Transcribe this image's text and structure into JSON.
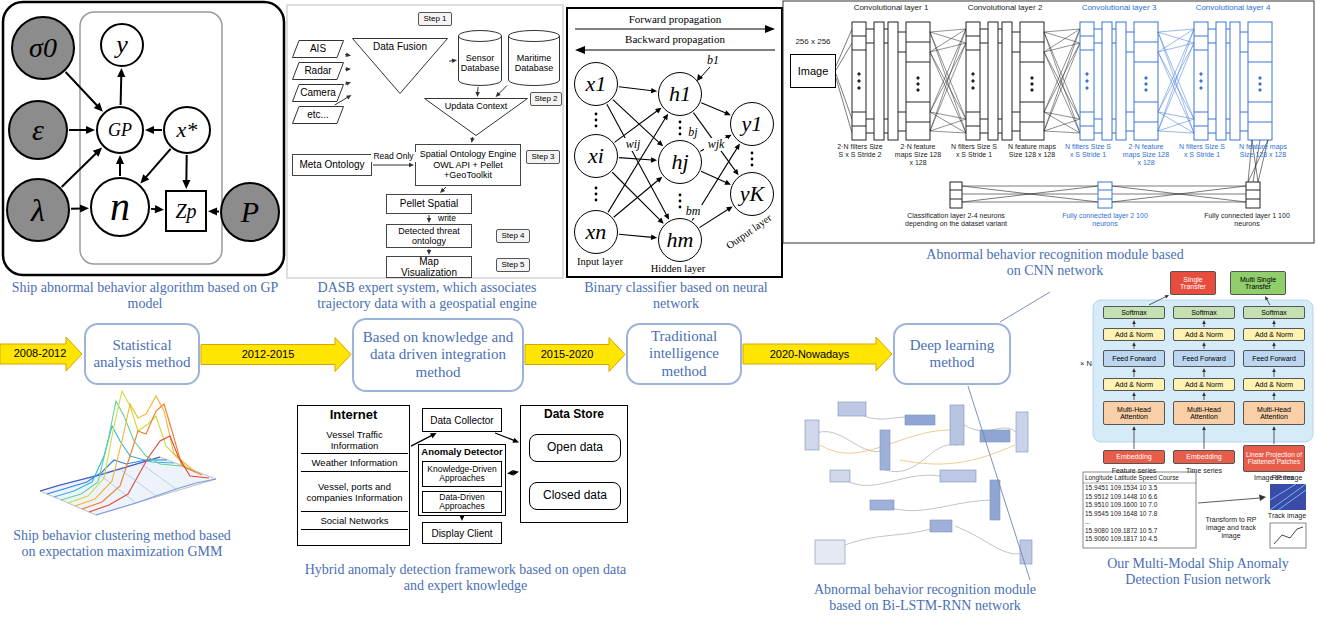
{
  "diagram": {
    "nodes": [
      {
        "text": [
          "Statistical analysis method"
        ]
      },
      {
        "text": [
          "Based on knowledge and data driven integration method"
        ]
      },
      {
        "text": [
          "Traditional intelligence method"
        ]
      },
      {
        "text": [
          "Deep learning method"
        ]
      },
      {
        "text": [
          "σ0"
        ]
      },
      {
        "text": [
          "y"
        ]
      },
      {
        "text": [
          "ε"
        ]
      },
      {
        "text": [
          "GP"
        ]
      },
      {
        "text": [
          "x*"
        ]
      },
      {
        "text": [
          "λ"
        ]
      },
      {
        "text": [
          "n"
        ]
      },
      {
        "text": [
          "Zp"
        ]
      },
      {
        "text": [
          "P"
        ]
      },
      {
        "text": [
          "AIS"
        ]
      },
      {
        "text": [
          "Radar"
        ]
      },
      {
        "text": [
          "Camera"
        ]
      },
      {
        "text": [
          "etc..."
        ]
      },
      {
        "text": [
          "Data Fusion"
        ]
      },
      {
        "text": [
          "Step 1"
        ]
      },
      {
        "text": [
          "Sensor Database"
        ]
      },
      {
        "text": [
          "Maritime Database"
        ]
      },
      {
        "text": [
          "Updata Context"
        ]
      },
      {
        "text": [
          "Step 2"
        ]
      },
      {
        "text": [
          "Meta Ontology"
        ]
      },
      {
        "text": [
          "Spatial Ontology Engine OWL API + Pellet +GeoToolkit"
        ]
      },
      {
        "text": [
          "Step 3"
        ]
      },
      {
        "text": [
          "Pellet Spatial"
        ]
      },
      {
        "text": [
          "Detected threat ontology"
        ]
      },
      {
        "text": [
          "Step 4"
        ]
      },
      {
        "text": [
          "Map Visualization"
        ]
      },
      {
        "text": [
          "Step 5"
        ]
      },
      {
        "text": [
          "x1"
        ]
      },
      {
        "text": [
          "xi"
        ]
      },
      {
        "text": [
          "xn"
        ]
      },
      {
        "text": [
          "h1"
        ]
      },
      {
        "text": [
          "hj"
        ]
      },
      {
        "text": [
          "hm"
        ]
      },
      {
        "text": [
          "y1"
        ]
      },
      {
        "text": [
          "yK"
        ]
      },
      {
        "text": [
          "Image"
        ]
      },
      {
        "text": [
          "Internet"
        ]
      },
      {
        "text": [
          "Vessel Traffic Information"
        ],
        "in": 40
      },
      {
        "text": [
          "Weather Information"
        ],
        "in": 40
      },
      {
        "text": [
          "Vessel, ports and companies Information"
        ],
        "in": 40
      },
      {
        "text": [
          "Social Networks"
        ],
        "in": 40
      },
      {
        "text": [
          "Data Collector"
        ]
      },
      {
        "text": [
          "Anomaly Detector"
        ]
      },
      {
        "text": [
          "Knowledge-Driven Approaches"
        ],
        "in": 46
      },
      {
        "text": [
          "Data-Driven Approaches"
        ],
        "in": 46
      },
      {
        "text": [
          "Data Store"
        ]
      },
      {
        "text": [
          "Open data"
        ],
        "in": 49
      },
      {
        "text": [
          "Closed data"
        ],
        "in": 49
      },
      {
        "text": [
          "Display Client"
        ]
      },
      {
        "text": [
          "Single Transfer"
        ]
      },
      {
        "text": [
          "Multi Single Transfer"
        ]
      },
      {
        "text": [
          "Softmax"
        ]
      },
      {
        "text": [
          "Softmax"
        ]
      },
      {
        "text": [
          "Softmax"
        ]
      },
      {
        "text": [
          "Add & Norm"
        ]
      },
      {
        "text": [
          "Feed Forward"
        ]
      },
      {
        "text": [
          "Add & Norm"
        ]
      },
      {
        "text": [
          "Multi-Head Attention"
        ]
      },
      {
        "text": [
          "Add & Norm"
        ]
      },
      {
        "text": [
          "Feed Forward"
        ]
      },
      {
        "text": [
          "Add & Norm"
        ]
      },
      {
        "text": [
          "Multi-Head Attention"
        ]
      },
      {
        "text": [
          "Add & Norm"
        ]
      },
      {
        "text": [
          "Feed Forward"
        ]
      },
      {
        "text": [
          "Add & Norm"
        ]
      },
      {
        "text": [
          "Multi-Head Attention"
        ]
      },
      {
        "text": [
          "Embedding"
        ]
      },
      {
        "text": [
          "Embedding"
        ]
      },
      {
        "text": [
          "Linear Projection of Flattened Patches"
        ]
      }
    ],
    "edges": [
      {
        "from": 0,
        "to": 1,
        "arrow": "to",
        "label": "2012-2015"
      },
      {
        "from": 1,
        "to": 2,
        "arrow": "to",
        "label": "2015-2020"
      },
      {
        "from": 2,
        "to": 3,
        "arrow": "to",
        "label": "2020-Nowadays"
      },
      {
        "from": 4,
        "to": 7,
        "arrow": "to"
      },
      {
        "from": 6,
        "to": 7,
        "arrow": "to"
      },
      {
        "from": 9,
        "to": 7,
        "arrow": "to"
      },
      {
        "from": 9,
        "to": 10,
        "arrow": "to"
      },
      {
        "from": 10,
        "to": 7,
        "arrow": "to"
      },
      {
        "from": 8,
        "to": 7,
        "arrow": "to"
      },
      {
        "from": 8,
        "to": 10,
        "arrow": "to"
      },
      {
        "from": 8,
        "to": 11,
        "arrow": "to"
      },
      {
        "from": 10,
        "to": 11,
        "arrow": "to"
      },
      {
        "from": 12,
        "to": 11,
        "arrow": "to"
      },
      {
        "from": 7,
        "to": 5,
        "arrow": "to"
      },
      {
        "from": 13,
        "to": 17,
        "arrow": "to"
      },
      {
        "from": 14,
        "to": 17,
        "arrow": "to"
      },
      {
        "from": 15,
        "to": 17,
        "arrow": "to"
      },
      {
        "from": 16,
        "to": 17,
        "arrow": "to"
      },
      {
        "from": 17,
        "to": 19,
        "arrow": "to"
      },
      {
        "from": 19,
        "to": 21,
        "arrow": "to"
      },
      {
        "from": 20,
        "to": 21,
        "arrow": "to"
      },
      {
        "from": 21,
        "to": 24,
        "arrow": "to"
      },
      {
        "from": 23,
        "to": 24,
        "arrow": "to",
        "label": "Read Only"
      },
      {
        "from": 24,
        "to": 26,
        "arrow": "to"
      },
      {
        "from": 26,
        "to": 27,
        "arrow": "to",
        "label": "write"
      },
      {
        "from": 27,
        "to": 29,
        "arrow": "to"
      },
      {
        "from": 31,
        "to": 34,
        "arrow": "to"
      },
      {
        "from": 31,
        "to": 35,
        "arrow": "to"
      },
      {
        "from": 31,
        "to": 36,
        "arrow": "to"
      },
      {
        "from": 32,
        "to": 34,
        "arrow": "to"
      },
      {
        "from": 32,
        "to": 35,
        "arrow": "to"
      },
      {
        "from": 32,
        "to": 36,
        "arrow": "to"
      },
      {
        "from": 33,
        "to": 34,
        "arrow": "to"
      },
      {
        "from": 33,
        "to": 35,
        "arrow": "to"
      },
      {
        "from": 33,
        "to": 36,
        "arrow": "to"
      },
      {
        "from": 34,
        "to": 37,
        "arrow": "to"
      },
      {
        "from": 34,
        "to": 38,
        "arrow": "to"
      },
      {
        "from": 35,
        "to": 37,
        "arrow": "to"
      },
      {
        "from": 35,
        "to": 38,
        "arrow": "to"
      },
      {
        "from": 36,
        "to": 37,
        "arrow": "to"
      },
      {
        "from": 36,
        "to": 38,
        "arrow": "to"
      },
      {
        "from": 40,
        "to": 45,
        "arrow": "to"
      },
      {
        "from": 45,
        "to": 49,
        "arrow": "to"
      },
      {
        "from": 49,
        "to": 46,
        "arrow": "both"
      },
      {
        "from": 46,
        "to": 52,
        "arrow": "to"
      },
      {
        "from": 70,
        "to": 61,
        "arrow": "to"
      },
      {
        "from": 61,
        "to": 60,
        "arrow": "to"
      },
      {
        "from": 60,
        "to": 59,
        "arrow": "to"
      },
      {
        "from": 59,
        "to": 58,
        "arrow": "to"
      },
      {
        "from": 58,
        "to": 55,
        "arrow": "to"
      },
      {
        "from": 71,
        "to": 65,
        "arrow": "to"
      },
      {
        "from": 65,
        "to": 64,
        "arrow": "to"
      },
      {
        "from": 64,
        "to": 63,
        "arrow": "to"
      },
      {
        "from": 63,
        "to": 62,
        "arrow": "to"
      },
      {
        "from": 62,
        "to": 56,
        "arrow": "to"
      },
      {
        "from": 72,
        "to": 69,
        "arrow": "to"
      },
      {
        "from": 69,
        "to": 68,
        "arrow": "to"
      },
      {
        "from": 68,
        "to": 67,
        "arrow": "to"
      },
      {
        "from": 67,
        "to": 66,
        "arrow": "to"
      },
      {
        "from": 66,
        "to": 57,
        "arrow": "to"
      },
      {
        "from": 55,
        "to": 53,
        "arrow": "to"
      },
      {
        "from": 57,
        "to": 54,
        "arrow": "to"
      }
    ],
    "labels": [
      "2008-2012",
      "Ship abnormal behavior algorithm based on GP model",
      "DASB expert system, which associates trajectory data with a geospatial engine",
      "Binary classifier based on neural network",
      "Abnormal behavior recognition module based on CNN network",
      "Ship behavior clustering method based on expectation maximization GMM",
      "Hybrid anomaly detection framework based on open data and expert knowledge",
      "Abnormal behavior recognition module based on Bi-LSTM-RNN network",
      "Our Multi-Modal Ship Anomaly Detection Fusion network",
      "Forward propagation",
      "Backward propagation",
      "b1",
      "bj",
      "bm",
      "wij",
      "wjk",
      "Input layer",
      "Hidden layer",
      "Output layer",
      "256 x 256",
      "Convolutional layer 1",
      "2·N filters Size S x S Stride 2",
      "2·N feature maps Size 128 x 128",
      "Convolutional layer 2",
      "N filters Size S x S Stride 1",
      "N feature maps Size 128 x 128",
      "Convolutional layer 3",
      "N filters Size S x S Stride 1",
      "2·N feature maps Size 128 x 128",
      "Convolutional layer 4",
      "N filters Size S x S Stride 1",
      "N feature maps Size 128 x 128",
      "Classification layer 2-4 neurons depending on the dataset variant",
      "Fully connected layer 2 100 neurons",
      "Fully connected layer 1 100 neurons",
      "× N",
      "Feature series",
      "Time series",
      "Image series",
      "Longitude Latitude Speed Course",
      "15.9451 109.1534 10 3.5",
      "15.9512 109.1448 10 6.6",
      "15.9510 109.1600 10 7.0",
      "15.9545 109.1648 10 7.8",
      "...",
      "15.9080 109.1872 10 5.7",
      "15.9060 109.1817 10 4.5",
      "Transform to RP image and track image",
      "RP image",
      "Track image"
    ]
  }
}
